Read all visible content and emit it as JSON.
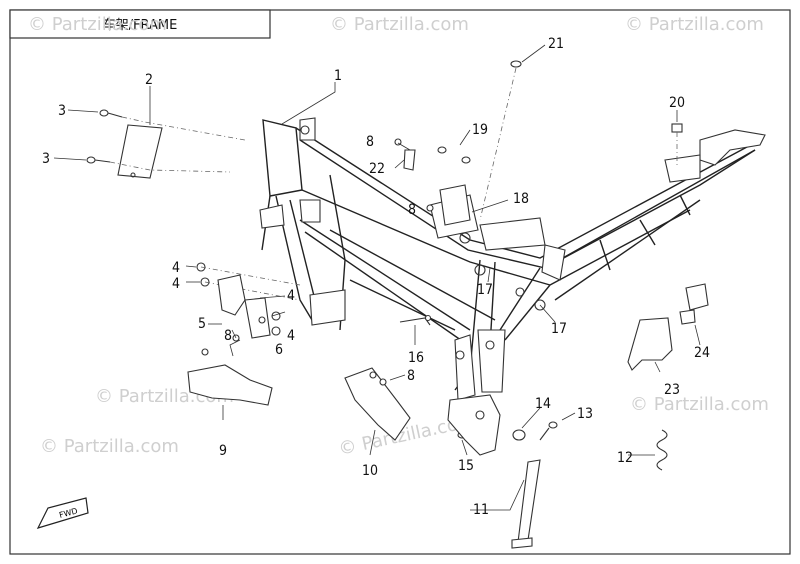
{
  "title": "车架/FRAME",
  "watermark": "© Partzilla.com",
  "fwd_label": "FWD",
  "callouts": {
    "c1": "1",
    "c2": "2",
    "c3a": "3",
    "c3b": "3",
    "c4a": "4",
    "c4b": "4",
    "c4c": "4",
    "c4d": "4",
    "c5": "5",
    "c6": "6",
    "c8a": "8",
    "c8b": "8",
    "c8c": "8",
    "c8d": "8",
    "c9": "9",
    "c10": "10",
    "c11": "11",
    "c12": "12",
    "c13": "13",
    "c14": "14",
    "c15": "15",
    "c16": "16",
    "c17a": "17",
    "c17b": "17",
    "c18": "18",
    "c19": "19",
    "c20": "20",
    "c21": "21",
    "c22": "22",
    "c23": "23",
    "c24": "24"
  },
  "colors": {
    "line": "#222222",
    "watermark": "#cfcfcf",
    "border": "#333333"
  }
}
